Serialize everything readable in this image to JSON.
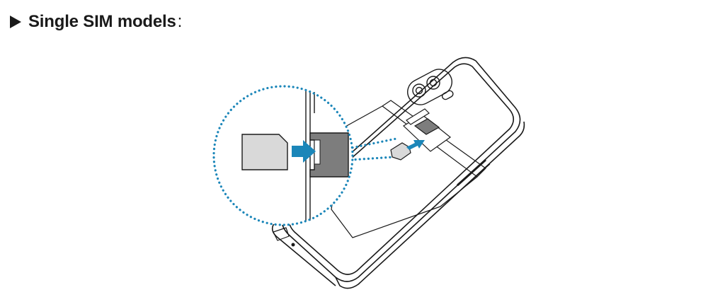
{
  "heading": {
    "text": "Single SIM models",
    "suffix": ":"
  },
  "icons": {
    "bullet": "right-triangle-bullet",
    "figure": "sim-card-insertion-illustration"
  },
  "colors": {
    "ink": "#1a1a1a",
    "accent": "#1b86b9",
    "card_light": "#d9d9d9",
    "card_dark": "#7d7d7d"
  }
}
